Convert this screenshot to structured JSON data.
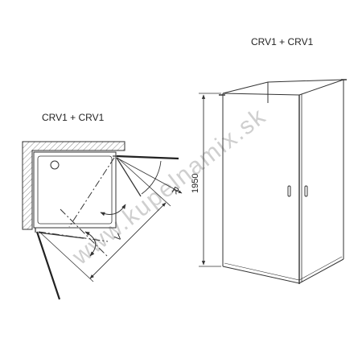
{
  "plan_view": {
    "title": "CRV1 + CRV1",
    "radius_label": "R",
    "width_label": "V"
  },
  "elevation_view": {
    "title": "CRV1 + CRV1",
    "height_label": "1950"
  },
  "watermark": "www.kupelnamix.sk",
  "colors": {
    "line": "#333333",
    "hatch": "#888888",
    "watermark": "#cfcfcf"
  }
}
